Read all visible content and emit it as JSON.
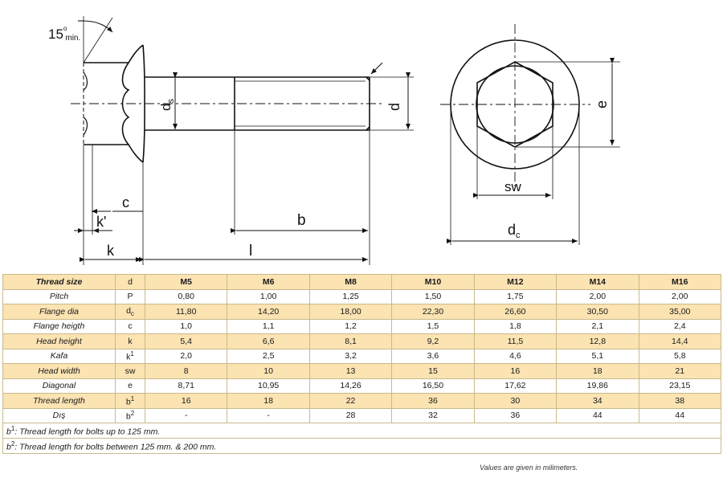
{
  "drawing": {
    "angle_value": "15",
    "angle_sup": "o",
    "angle_sub": "min.",
    "labels": {
      "ds": "d",
      "ds_sub": "s",
      "d": "d",
      "c": "c",
      "k_prime": "k'",
      "k": "k",
      "b": "b",
      "l": "l",
      "e": "e",
      "sw": "sw",
      "dc": "d",
      "dc_sub": "c"
    }
  },
  "table": {
    "header": [
      "Thread size",
      "d",
      "M5",
      "M6",
      "M8",
      "M10",
      "M12",
      "M14",
      "M16"
    ],
    "rows": [
      {
        "label": "Pitch",
        "symbol": "P",
        "values": [
          "0,80",
          "1,00",
          "1,25",
          "1,50",
          "1,75",
          "2,00",
          "2,00"
        ]
      },
      {
        "label": "Flange dia",
        "symbol": "d",
        "symbol_sub": "c",
        "values": [
          "11,80",
          "14,20",
          "18,00",
          "22,30",
          "26,60",
          "30,50",
          "35,00"
        ]
      },
      {
        "label": "Flange heigth",
        "symbol": "c",
        "values": [
          "1,0",
          "1,1",
          "1,2",
          "1,5",
          "1,8",
          "2,1",
          "2,4"
        ]
      },
      {
        "label": "Head height",
        "symbol": "k",
        "values": [
          "5,4",
          "6,6",
          "8,1",
          "9,2",
          "11,5",
          "12,8",
          "14,4"
        ]
      },
      {
        "label": "Kafa",
        "symbol": "k",
        "symbol_sup": "1",
        "values": [
          "2,0",
          "2,5",
          "3,2",
          "3,6",
          "4,6",
          "5,1",
          "5,8"
        ]
      },
      {
        "label": "Head width",
        "symbol": "sw",
        "values": [
          "8",
          "10",
          "13",
          "15",
          "16",
          "18",
          "21"
        ]
      },
      {
        "label": "Diagonal",
        "symbol": "e",
        "values": [
          "8,71",
          "10,95",
          "14,26",
          "16,50",
          "17,62",
          "19,86",
          "23,15"
        ]
      },
      {
        "label": "Thread length",
        "symbol": "b",
        "symbol_sup": "1",
        "values": [
          "16",
          "18",
          "22",
          "36",
          "30",
          "34",
          "38"
        ]
      },
      {
        "label": "Dış",
        "symbol": "b",
        "symbol_sup": "2",
        "values": [
          "-",
          "-",
          "28",
          "32",
          "36",
          "44",
          "44"
        ]
      }
    ],
    "notes": [
      {
        "mark": "b",
        "sup": "1",
        "text": ": Thread length for bolts up to 125 mm."
      },
      {
        "mark": "b",
        "sup": "2",
        "text": ": Thread length for bolts between 125 mm. & 200 mm."
      }
    ]
  },
  "footnote": "Values are given in milimeters."
}
